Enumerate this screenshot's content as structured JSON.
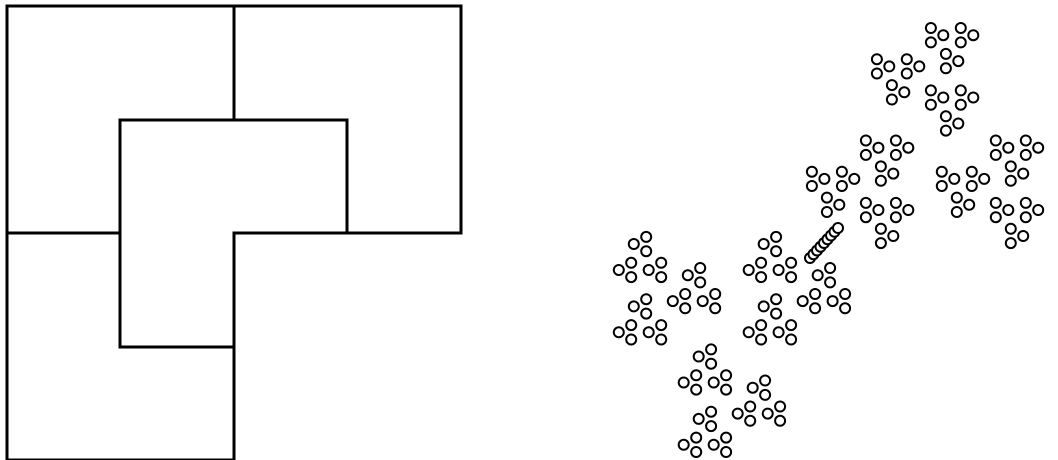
{
  "figure": {
    "left_panel": {
      "kind": "l-tromino-rep-tile-subdivision",
      "tile_count": 4,
      "stroke_color": "#000000",
      "fill": "none"
    },
    "right_panel": {
      "kind": "rep-tile-limit-fractal",
      "iteration_depth": 4,
      "stroke_color": "#000000",
      "fill_color": "#ffffff"
    }
  }
}
